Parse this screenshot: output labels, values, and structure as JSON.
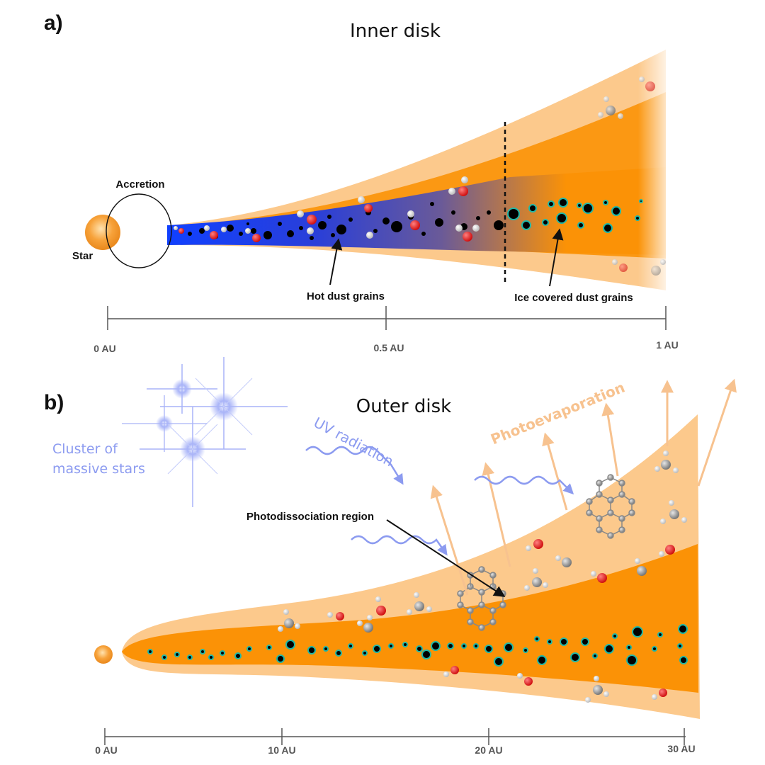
{
  "panel_a": {
    "letter": "a)",
    "title": "Inner disk",
    "accretion_label": "Accretion",
    "star_label": "Star",
    "hot_dust_label": "Hot dust grains",
    "ice_dust_label": "Ice covered dust grains",
    "axis_ticks": [
      "0 AU",
      "0.5 AU",
      "1 AU"
    ]
  },
  "panel_b": {
    "letter": "b)",
    "title": "Outer disk",
    "cluster_label_line1": "Cluster of",
    "cluster_label_line2": "massive stars",
    "uv_label": "UV radiation",
    "photoevaporation_label": "Photoevaporation",
    "pdr_label": "Photodissociation region",
    "axis_ticks": [
      "0 AU",
      "10 AU",
      "20 AU",
      "30 AU"
    ]
  },
  "colors": {
    "star_orange": "#f6a13a",
    "disk_orange": "#fb9206",
    "disk_light": "#fcc98c",
    "inner_blue": "#1f3cf0",
    "uv_blue": "#8c9bf0",
    "photoevap": "#f7c28f",
    "grain_ice": "#1fb8a8"
  }
}
